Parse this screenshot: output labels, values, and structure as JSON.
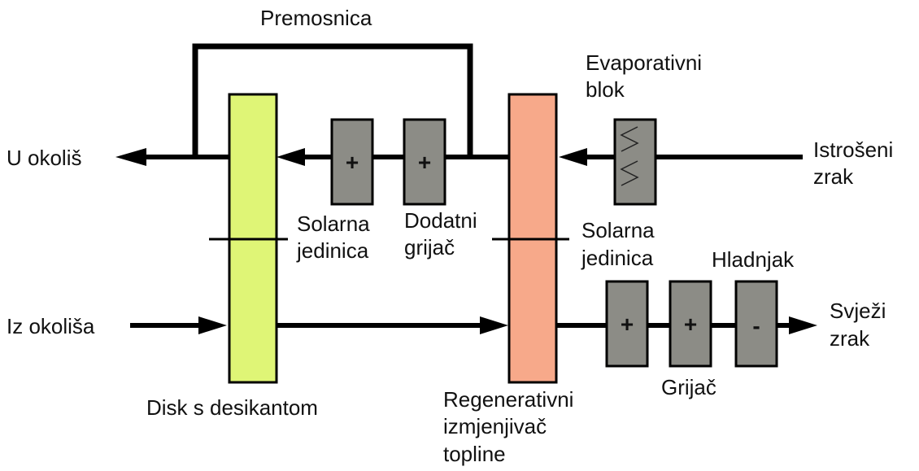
{
  "labels": {
    "bypass": "Premosnica",
    "to_environment": "U okoliš",
    "from_environment": "Iz okoliša",
    "exhaust_air_line1": "Istrošeni",
    "exhaust_air_line2": "zrak",
    "fresh_air_line1": "Svježi",
    "fresh_air_line2": "zrak",
    "evaporative_line1": "Evaporativni",
    "evaporative_line2": "blok",
    "solar_unit_left_line1": "Solarna",
    "solar_unit_left_line2": "jedinica",
    "extra_heater_line1": "Dodatni",
    "extra_heater_line2": "grijač",
    "solar_unit_right_line1": "Solarna",
    "solar_unit_right_line2": "jedinica",
    "cooler": "Hladnjak",
    "heater": "Grijač",
    "desiccant_disk": "Disk s desikantom",
    "regenerative_line1": "Regenerativni",
    "regenerative_line2": "izmjenjivač",
    "regenerative_line3": "topline"
  },
  "signs": {
    "solar_top": "+",
    "extra_heater": "+",
    "heater_1": "+",
    "heater_2": "+",
    "cooler": "-"
  },
  "colors": {
    "desiccant": "#dff576",
    "regenerator": "#f7a98a",
    "unit_box": "#8c8c86",
    "line": "#000000"
  }
}
